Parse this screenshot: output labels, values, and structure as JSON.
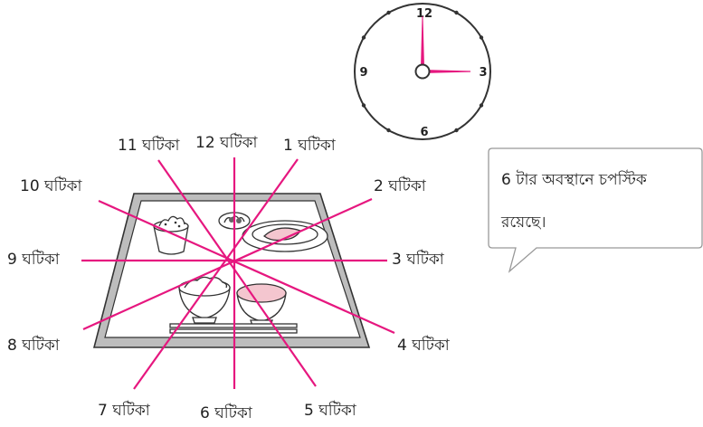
{
  "clock": {
    "numerals": {
      "n12": "12",
      "n3": "3",
      "n6": "6",
      "n9": "9"
    }
  },
  "tray_labels": {
    "h1": "1 ঘটিকা",
    "h2": "2 ঘটিকা",
    "h3": "3 ঘটিকা",
    "h4": "4 ঘটিকা",
    "h5": "5 ঘটিকা",
    "h6": "6 ঘটিকা",
    "h7": "7 ঘটিকা",
    "h8": "8 ঘটিকা",
    "h9": "9 ঘটিকা",
    "h10": "10 ঘটিকা",
    "h11": "11 ঘটিকা",
    "h12": "12 ঘটিকা"
  },
  "callout": {
    "line1": "6 টার অবস্থানে চপস্টিক",
    "line2": "রয়েছে।"
  },
  "colors": {
    "accent": "#e6177f",
    "outline": "#333333",
    "tray_fill": "#bdbdbd"
  }
}
